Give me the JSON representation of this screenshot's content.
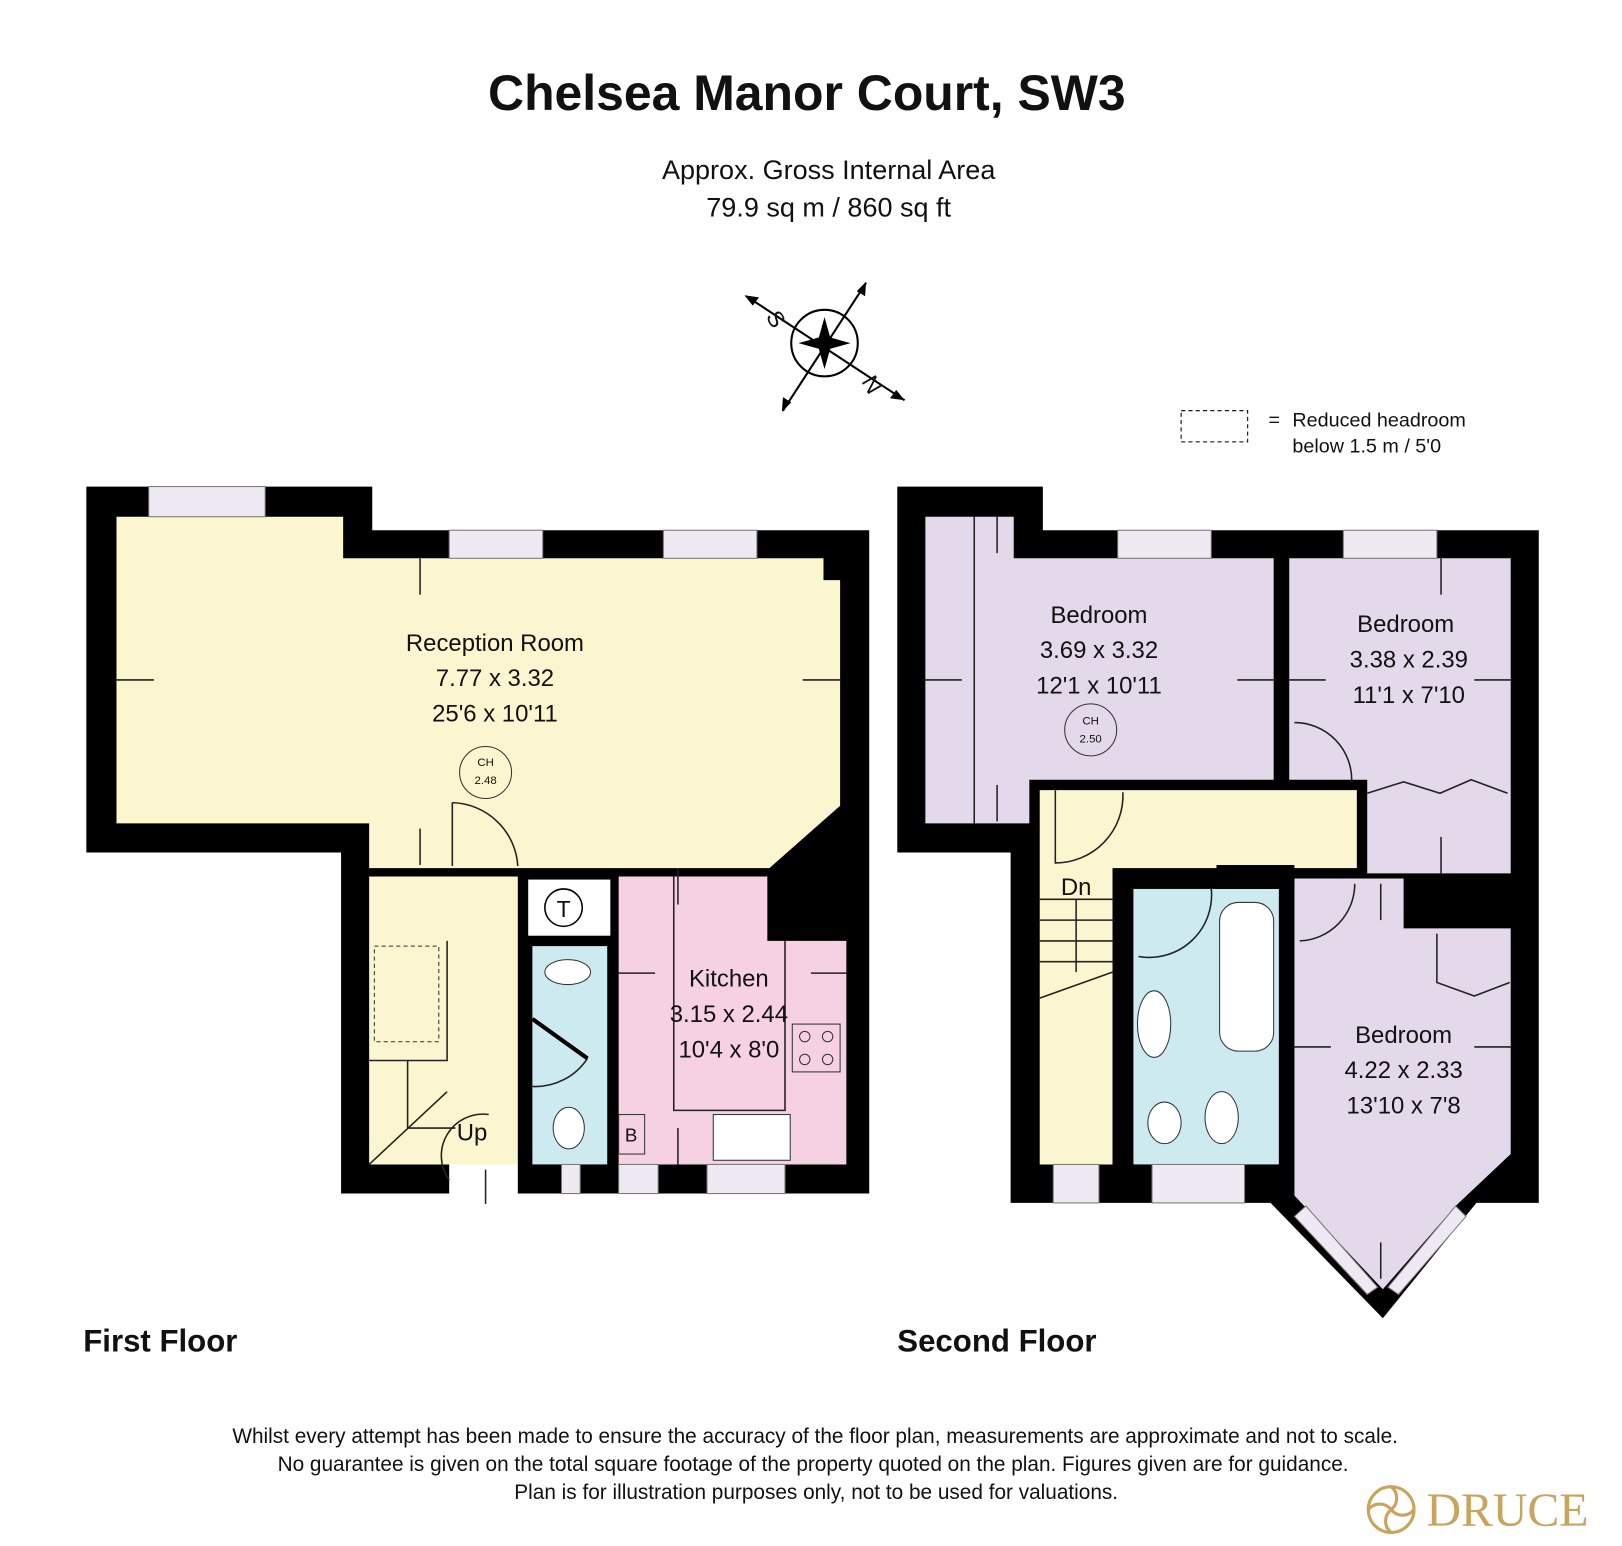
{
  "header": {
    "title": "Chelsea Manor Court, SW3",
    "area_label": "Approx. Gross Internal Area",
    "area_value": "79.9 sq m / 860 sq ft"
  },
  "compass": {
    "labels": [
      "S",
      "N"
    ]
  },
  "legend": {
    "line1": "Reduced headroom",
    "line2": "below 1.5 m / 5'0",
    "equals": "="
  },
  "floors": [
    {
      "name": "First Floor",
      "rooms": [
        {
          "name": "Reception Room",
          "metric": "7.77 x 3.32",
          "imperial": "25'6 x 10'11"
        },
        {
          "name": "Kitchen",
          "metric": "3.15 x 2.44",
          "imperial": "10'4 x 8'0"
        }
      ],
      "markers": {
        "ch": "CH",
        "ch_value": "2.48",
        "t": "T",
        "b": "B",
        "up": "Up"
      }
    },
    {
      "name": "Second Floor",
      "rooms": [
        {
          "name": "Bedroom",
          "metric": "3.69 x 3.32",
          "imperial": "12'1 x 10'11"
        },
        {
          "name": "Bedroom",
          "metric": "3.38 x 2.39",
          "imperial": "11'1 x 7'10"
        },
        {
          "name": "Bedroom",
          "metric": "4.22 x 2.33",
          "imperial": "13'10 x 7'8"
        }
      ],
      "markers": {
        "ch": "CH",
        "ch_value": "2.50",
        "dn": "Dn"
      }
    }
  ],
  "disclaimer": [
    "Whilst every attempt has been made to ensure the accuracy of the floor plan, measurements are approximate and not to scale.",
    "No guarantee is given on the total square footage of the property quoted on the plan. Figures given are for guidance.",
    "Plan is for illustration purposes only, not to be used for valuations."
  ],
  "logo": {
    "text": "DRUCE"
  },
  "colors": {
    "reception": "#fbf6cf",
    "kitchen": "#f6d1e3",
    "bathroom": "#cdeaf0",
    "bedroom": "#e4d9eb",
    "logo": "#c9a45c"
  }
}
